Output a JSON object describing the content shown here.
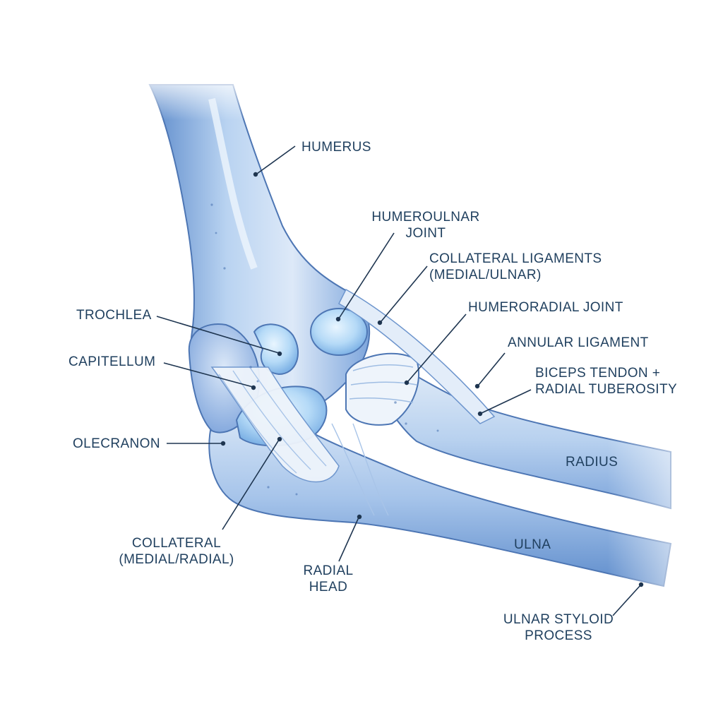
{
  "colors": {
    "bone_light": "#e8f1fb",
    "bone_mid": "#a9c7ea",
    "bone_dark": "#5b88c8",
    "cartilage": "#b9dcf8",
    "ligament": "#eef4fb",
    "outline": "#4d76b4",
    "label_text": "#1f3f5e",
    "leader_line": "#1e3550"
  },
  "labels": {
    "humerus": "HUMERUS",
    "humeroulnar_joint": [
      "HUMEROULNAR",
      "JOINT"
    ],
    "collateral_ligaments": [
      "COLLATERAL LIGAMENTS",
      "(MEDIAL/ULNAR)"
    ],
    "humeroradial_joint": "HUMERORADIAL JOINT",
    "annular_ligament": "ANNULAR LIGAMENT",
    "biceps_tendon": [
      "BICEPS TENDON +",
      "RADIAL TUBEROSITY"
    ],
    "trochlea": "TROCHLEA",
    "capitellum": "CAPITELLUM",
    "olecranon": "OLECRANON",
    "radius": "RADIUS",
    "ulna": "ULNA",
    "collateral_radial": [
      "COLLATERAL",
      "(MEDIAL/RADIAL)"
    ],
    "radial_head": [
      "RADIAL",
      "HEAD"
    ],
    "ulnar_styloid": [
      "ULNAR STYLOID",
      "PROCESS"
    ]
  }
}
